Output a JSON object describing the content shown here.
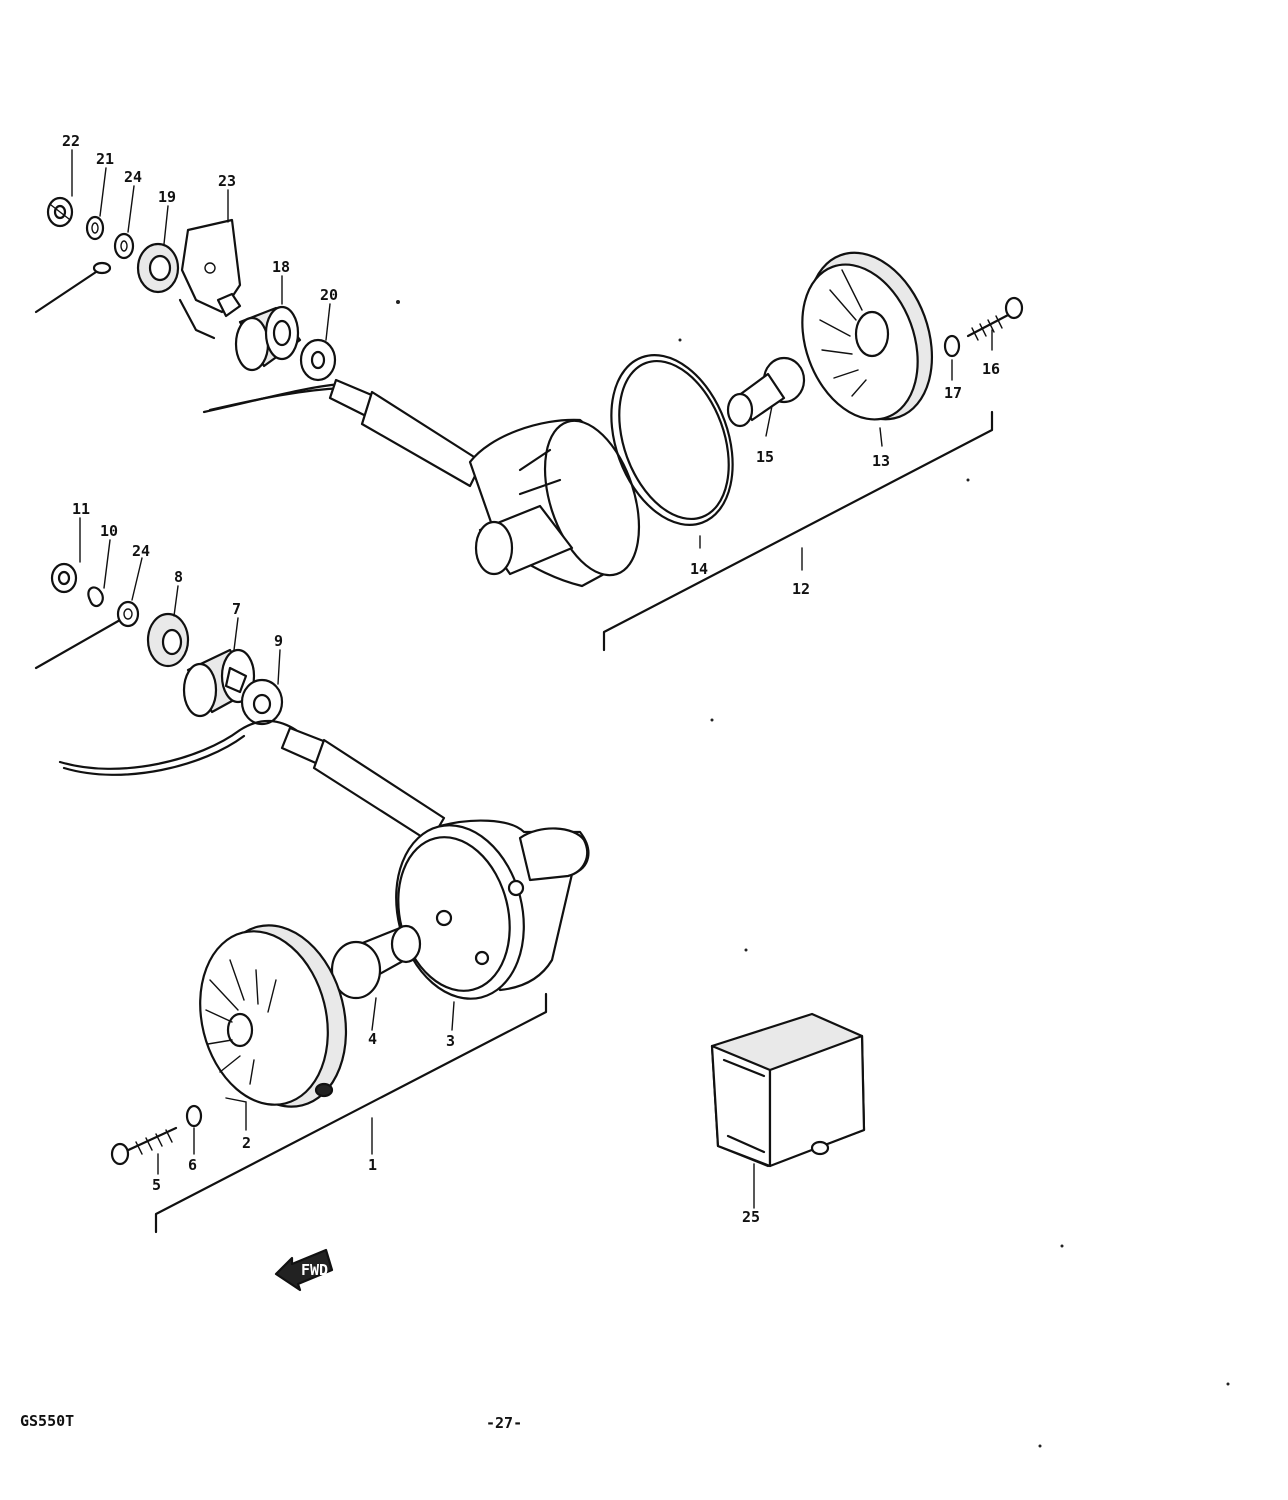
{
  "footer": {
    "model_code": "GS550T",
    "page_number": "-27-"
  },
  "fwd_arrow": {
    "label": "FWD"
  },
  "callouts": {
    "c1": "1",
    "c2": "2",
    "c3": "3",
    "c4": "4",
    "c5": "5",
    "c6": "6",
    "c7": "7",
    "c8": "8",
    "c9": "9",
    "c10": "10",
    "c11": "11",
    "c12": "12",
    "c13": "13",
    "c14": "14",
    "c15": "15",
    "c16": "16",
    "c17": "17",
    "c18": "18",
    "c19": "19",
    "c20": "20",
    "c21": "21",
    "c22": "22",
    "c23": "23",
    "c24a": "24",
    "c24b": "24",
    "c25": "25"
  }
}
